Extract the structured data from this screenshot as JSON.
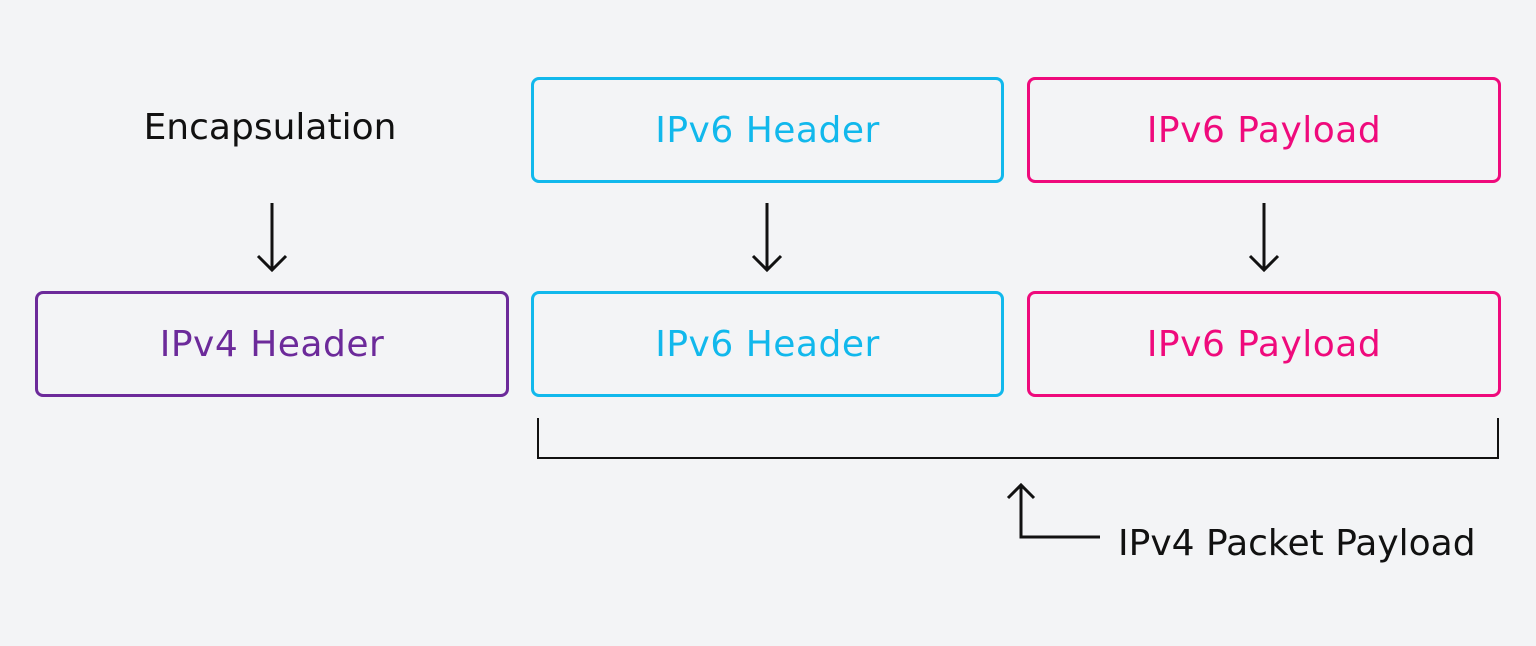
{
  "labels": {
    "encapsulation": "Encapsulation",
    "ipv4_packet_payload": "IPv4 Packet Payload"
  },
  "top_row": {
    "ipv6_header": "IPv6 Header",
    "ipv6_payload": "IPv6 Payload"
  },
  "bottom_row": {
    "ipv4_header": "IPv4 Header",
    "ipv6_header": "IPv6 Header",
    "ipv6_payload": "IPv6 Payload"
  },
  "colors": {
    "background": "#f3f4f6",
    "ipv4_header": "#6c2a9a",
    "ipv6_header": "#11b8ec",
    "ipv6_payload": "#ef0a7c",
    "text": "#111111"
  }
}
